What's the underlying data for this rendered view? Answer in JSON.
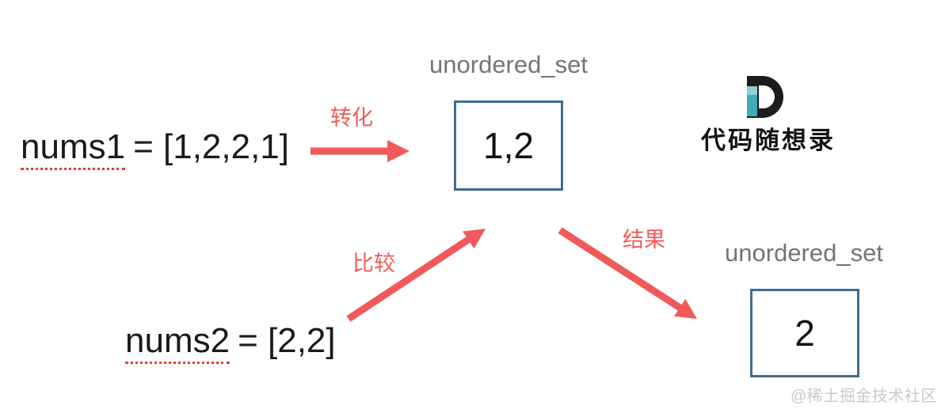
{
  "expressions": {
    "nums1": {
      "name": "nums1",
      "value": "= [1,2,2,1]"
    },
    "nums2": {
      "name": "nums2",
      "value": "= [2,2]"
    }
  },
  "sets": {
    "set1": {
      "label": "unordered_set",
      "value": "1,2"
    },
    "set2": {
      "label": "unordered_set",
      "value": "2"
    }
  },
  "arrows": {
    "transform": {
      "label": "转化",
      "direction": "right"
    },
    "compare": {
      "label": "比较",
      "direction": "up-right"
    },
    "result": {
      "label": "结果",
      "direction": "down-right"
    }
  },
  "logo": {
    "letter": "D",
    "brand_name": "代码随想录"
  },
  "watermark": {
    "text": "@稀土掘金技术社区"
  },
  "colors": {
    "arrow_red": "#F05A5A",
    "underline_red": "#E23C32",
    "box_border_blue": "#3E6D8E",
    "label_gray": "#747474",
    "text_black": "#1A1A1A",
    "logo_teal": "#41ACB8",
    "logo_teal_light": "#8ED1D6",
    "watermark_gray": "#C9C9C9"
  }
}
